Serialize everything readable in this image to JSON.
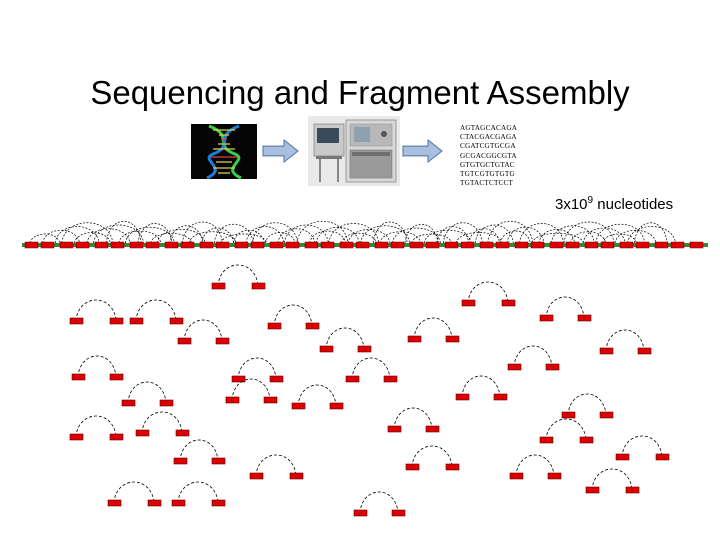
{
  "slide": {
    "title": "Sequencing and Fragment Assembly",
    "caption": {
      "prefix": "3x10",
      "exponent": "9",
      "suffix": " nucleotides"
    },
    "sequence_lines": [
      "AGTAGCACAGA",
      "CTACGACGAGA",
      "CGATCGTGCGA",
      "GCGACGGCGTA",
      "GTGTGCTGTAC",
      "TGTCGTGTGTG",
      "TGTACTCTCCT"
    ]
  },
  "colors": {
    "fragment_fill": "#dd0000",
    "fragment_stroke": "#660000",
    "genome_line": "#2e8b3d",
    "arrow_fill": "#a9bfe0",
    "arrow_stroke": "#4f6f9f",
    "link_line": "#000000"
  },
  "icons": {
    "dna": "dna-helix-icon",
    "sequencer": "sequencer-machine-icon",
    "arrow": "right-arrow-icon"
  }
}
